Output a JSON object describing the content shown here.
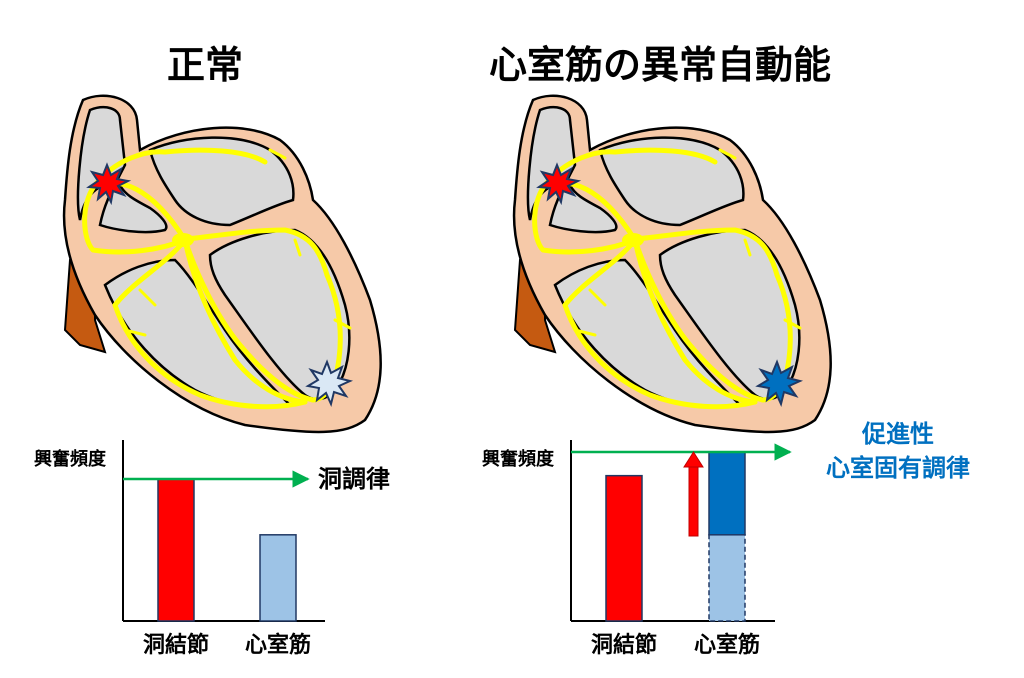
{
  "panels": [
    {
      "title": "正常",
      "ylabel": "興奮頻度",
      "annotation": "洞調律",
      "categories": [
        "洞結節",
        "心室筋"
      ]
    },
    {
      "title": "心室筋の異常自動能",
      "ylabel": "興奮頻度",
      "annotation_line1": "促進性",
      "annotation_line2": "心室固有調律",
      "categories": [
        "洞結節",
        "心室筋"
      ]
    }
  ],
  "chart_data": [
    {
      "type": "bar",
      "title": "正常",
      "ylabel": "興奮頻度",
      "categories": [
        "洞結節",
        "心室筋"
      ],
      "values": [
        0.84,
        0.51
      ],
      "reference_line": {
        "value": 0.84,
        "label": "洞調律",
        "color": "#00b050"
      },
      "colors": [
        "#ff0000",
        "#9dc3e6"
      ]
    },
    {
      "type": "bar",
      "title": "心室筋の異常自動能",
      "ylabel": "興奮頻度",
      "categories": [
        "洞結節",
        "心室筋"
      ],
      "values": [
        0.86,
        1.0
      ],
      "stacked_baseline": {
        "category": "心室筋",
        "value": 0.51,
        "color": "#9dc3e6"
      },
      "reference_line": {
        "value": 1.0,
        "label": "促進性 心室固有調律",
        "color": "#00b050"
      },
      "colors": [
        "#ff0000",
        "#0070c0"
      ]
    }
  ],
  "colors": {
    "sa_node": "#ff0000",
    "ventricle_normal": "#dae8f5",
    "ventricle_abnormal": "#0070c0",
    "conduction": "#ffff00",
    "reference_line": "#00b050",
    "annotation_blue": "#0070c0"
  }
}
